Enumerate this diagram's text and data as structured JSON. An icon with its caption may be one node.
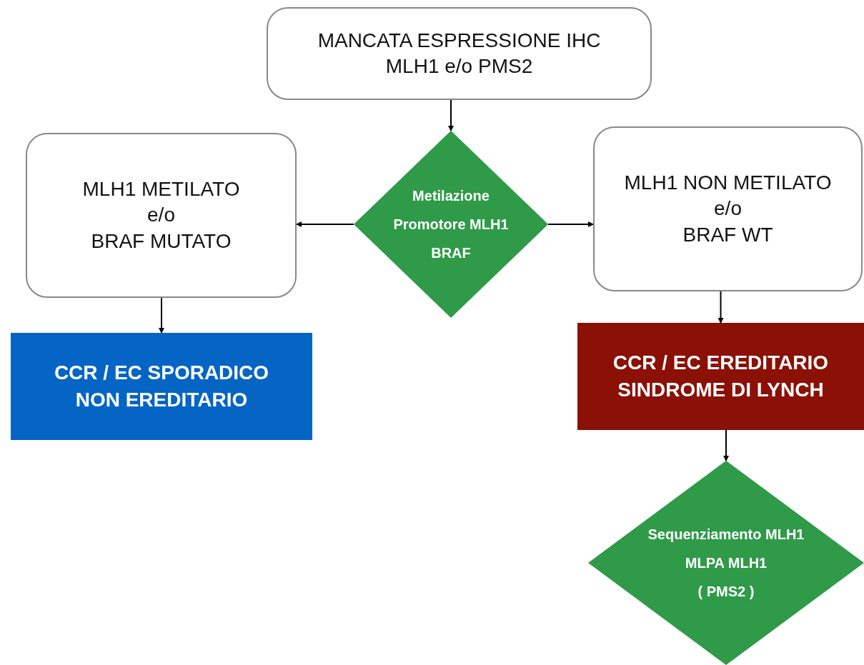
{
  "diagram": {
    "nodes": [
      {
        "text": [
          "MANCATA ESPRESSIONE IHC MLH1 e/o PMS2"
        ]
      },
      {
        "text": [
          "Metilazione Promotore MLH1 BRAF"
        ]
      },
      {
        "text": [
          "MLH1 METILATO",
          "e/o",
          "BRAF MUTATO"
        ]
      },
      {
        "text": [
          "MLH1 NON METILATO",
          "e/o",
          "BRAF WT"
        ]
      },
      {
        "text": [
          "CCR / EC SPORADICO NON EREDITARIO"
        ]
      },
      {
        "text": [
          "CCR / EC EREDITARIO SINDROME DI LYNCH"
        ]
      },
      {
        "text": [
          "Sequenziamento MLH1",
          "MLPA MLH1",
          "( PMS2 )"
        ]
      }
    ],
    "edges": [
      {
        "from": 0,
        "to": 1,
        "arrow": "to"
      },
      {
        "from": 1,
        "to": 2,
        "arrow": "to"
      },
      {
        "from": 1,
        "to": 3,
        "arrow": "to"
      },
      {
        "from": 2,
        "to": 4,
        "arrow": "to"
      },
      {
        "from": 3,
        "to": 5,
        "arrow": "to"
      },
      {
        "from": 5,
        "to": 6,
        "arrow": "to"
      }
    ]
  }
}
